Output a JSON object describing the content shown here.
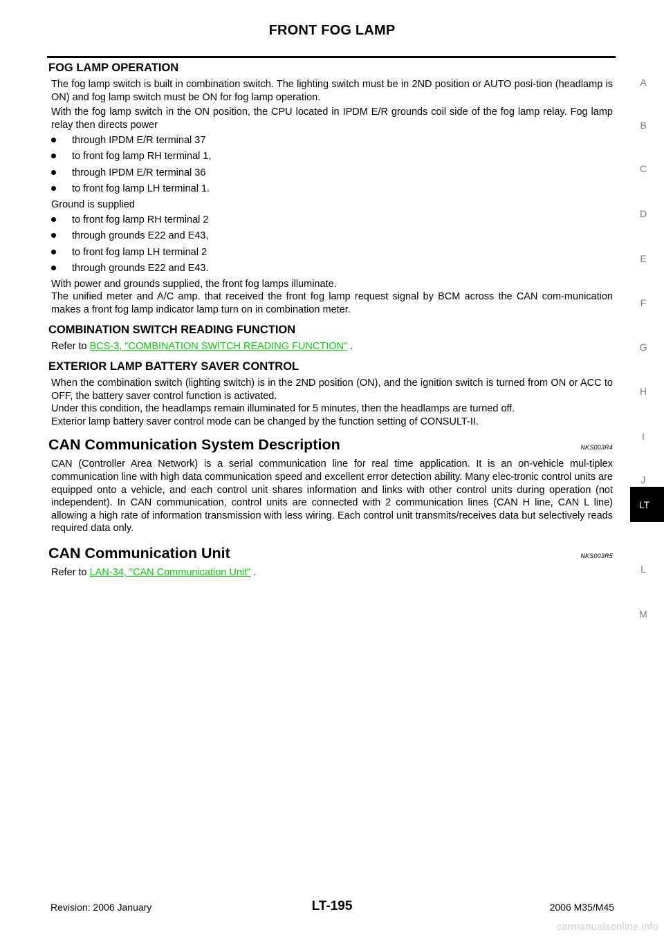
{
  "header": {
    "title": "FRONT FOG LAMP"
  },
  "fog_lamp_operation": {
    "heading": "FOG LAMP OPERATION",
    "para1": "The fog lamp switch is built in combination switch. The lighting switch must be in 2ND position or AUTO posi-tion (headlamp is ON) and fog lamp switch must be ON for fog lamp operation.",
    "para2": "With the fog lamp switch in the ON position, the CPU located in IPDM E/R grounds coil side of the fog lamp relay. Fog lamp relay then directs power",
    "power_bullets": [
      "through IPDM E/R terminal 37",
      "to front fog lamp RH terminal 1,",
      "through IPDM E/R terminal 36",
      "to front fog lamp LH terminal 1."
    ],
    "ground_intro": "Ground is supplied",
    "ground_bullets": [
      "to front fog lamp RH terminal 2",
      "through grounds E22 and E43,",
      "to front fog lamp LH terminal 2",
      "through grounds E22 and E43."
    ],
    "para3": "With power and grounds supplied, the front fog lamps illuminate.",
    "para4": "The unified meter and A/C amp. that received the front fog lamp request signal by BCM across the CAN com-munication makes a front fog lamp indicator lamp turn on in combination meter."
  },
  "combination_switch": {
    "heading": "COMBINATION SWITCH READING FUNCTION",
    "refer_prefix": "Refer to ",
    "link": "BCS-3, \"COMBINATION SWITCH READING FUNCTION\"",
    "refer_suffix": " ."
  },
  "battery_saver": {
    "heading": "EXTERIOR LAMP BATTERY SAVER CONTROL",
    "para1": "When the combination switch (lighting switch) is in the 2ND position (ON), and the ignition switch is turned from ON or ACC to OFF, the battery saver control function is activated.",
    "para2": "Under this condition, the headlamps remain illuminated for 5 minutes, then the headlamps are turned off.",
    "para3": "Exterior lamp battery saver control mode can be changed by the function setting of CONSULT-II."
  },
  "can_description": {
    "heading": "CAN Communication System Description",
    "code": "NKS003R4",
    "para": "CAN (Controller Area Network) is a serial communication line for real time application. It is an on-vehicle mul-tiplex communication line with high data communication speed and excellent error detection ability. Many elec-tronic control units are equipped onto a vehicle, and each control unit shares information and links with other control units during operation (not independent). In CAN communication, control units are connected with 2 communication lines (CAN H line, CAN L line) allowing a high rate of information transmission with less wiring. Each control unit transmits/receives data but selectively reads required data only."
  },
  "can_unit": {
    "heading": "CAN Communication Unit",
    "code": "NKS003R5",
    "refer_prefix": "Refer to ",
    "link": "LAN-34, \"CAN Communication Unit\"",
    "refer_suffix": " ."
  },
  "side_index": {
    "letters": [
      "A",
      "B",
      "C",
      "D",
      "E",
      "F",
      "G",
      "H",
      "I",
      "J",
      "L",
      "M"
    ],
    "active": "LT"
  },
  "footer": {
    "revision": "Revision: 2006 January",
    "page": "LT-195",
    "model": "2006 M35/M45"
  },
  "watermark": "carmanualsonline.info",
  "colors": {
    "link": "#12c312",
    "side_letters": "#7a7a7a",
    "tab_bg": "#000000"
  }
}
